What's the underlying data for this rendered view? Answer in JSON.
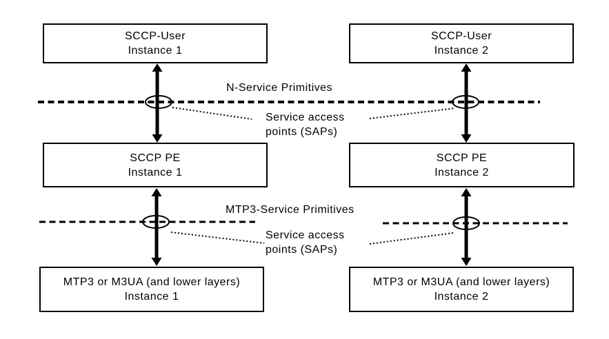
{
  "diagram": {
    "type": "protocol-layer-diagram",
    "colors": {
      "ink": "#000000",
      "background": "#ffffff",
      "box_fill": "#ffffff"
    },
    "boxes": [
      {
        "id": "sccp-user-1",
        "line1": "SCCP-User",
        "line2": "Instance 1"
      },
      {
        "id": "sccp-user-2",
        "line1": "SCCP-User",
        "line2": "Instance 2"
      },
      {
        "id": "sccp-pe-1",
        "line1": "SCCP PE",
        "line2": "Instance 1"
      },
      {
        "id": "sccp-pe-2",
        "line1": "SCCP PE",
        "line2": "Instance 2"
      },
      {
        "id": "mtp3-1",
        "line1": "MTP3 or M3UA (and lower layers)",
        "line2": "Instance 1"
      },
      {
        "id": "mtp3-2",
        "line1": "MTP3 or M3UA (and lower layers)",
        "line2": "Instance 2"
      }
    ],
    "annotations": {
      "n_service_primitives": "N-Service Primitives",
      "mtp3_service_primitives": "MTP3-Service Primitives",
      "sap_row1": {
        "line1": "Service access",
        "line2": "points (SAPs)"
      },
      "sap_row2": {
        "line1": "Service access",
        "line2": "points (SAPs)"
      }
    },
    "shapes": {
      "sap_marker": "sap-ellipse",
      "layer_interface": "double-headed-vertical-arrow",
      "sap_boundary": "horizontal-dashed-line",
      "label_pointer": "dotted-leader-line"
    }
  }
}
